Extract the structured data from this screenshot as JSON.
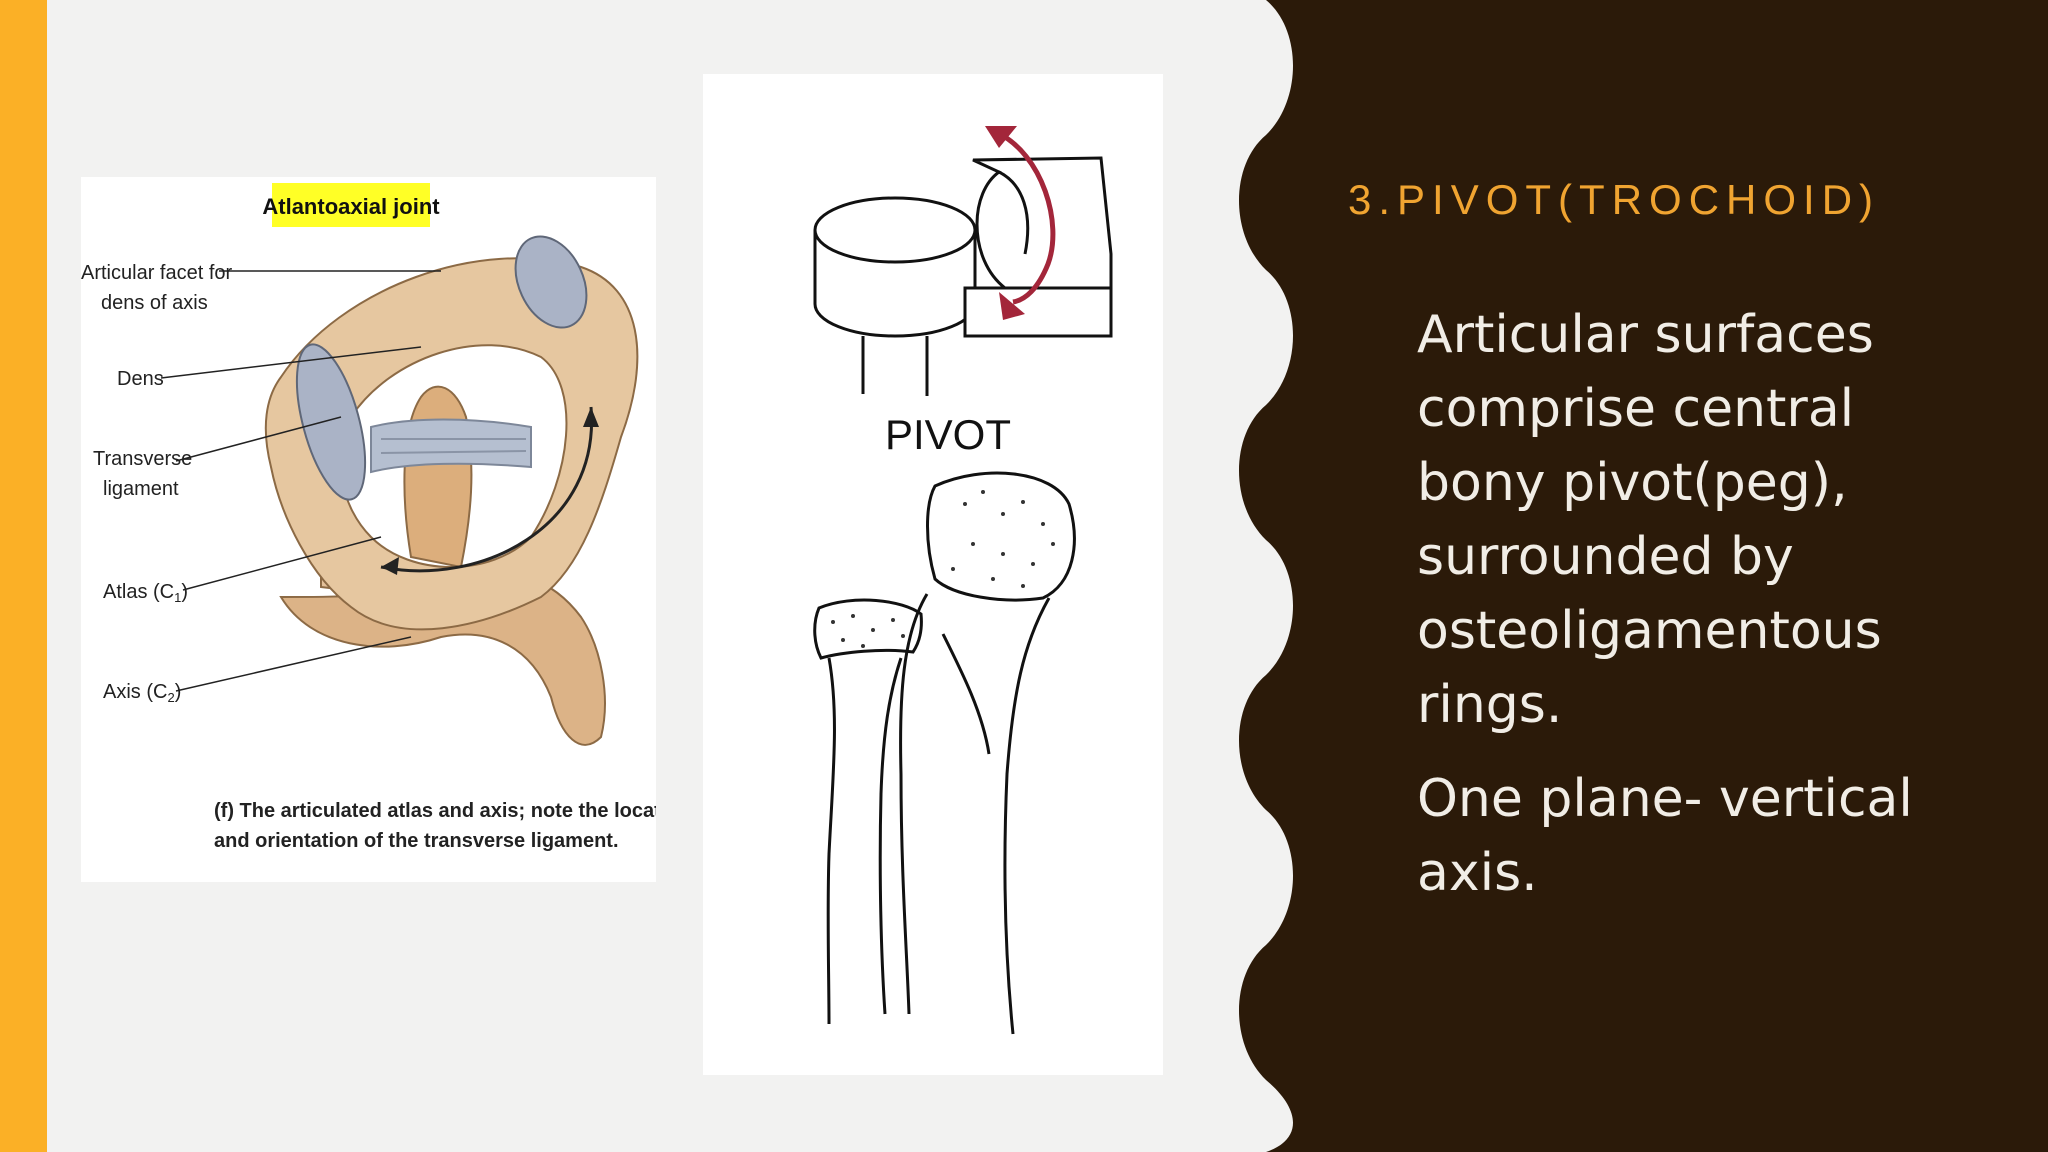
{
  "slide": {
    "title": "3.PIVOT(TROCHOID)",
    "points": [
      "Articular surfaces comprise central bony pivot(peg), surrounded by osteoligamentous rings.",
      "One plane- vertical axis."
    ]
  },
  "figure_atlantoaxial": {
    "heading": "Atlantoaxial joint",
    "labels": {
      "facet_line1": "Articular facet for",
      "facet_line2": "dens of axis",
      "dens": "Dens",
      "transverse_line1": "Transverse",
      "transverse_line2": "ligament",
      "atlas": "Atlas (C",
      "atlas_sub": "1",
      "axis": "Axis (C",
      "axis_sub": "2",
      "close_paren": ")"
    },
    "caption_line1": "(f) The articulated atlas and axis; note the location",
    "caption_line2": "and orientation of the transverse ligament."
  },
  "figure_pivot": {
    "label": "PIVOT"
  },
  "colors": {
    "accent_bar": "#fbb026",
    "panel_bg": "#2b1a09",
    "title": "#f0a431",
    "body_text": "#f1ede6",
    "label_highlight": "#ffff26",
    "rotation_arrow": "#a3263a"
  }
}
